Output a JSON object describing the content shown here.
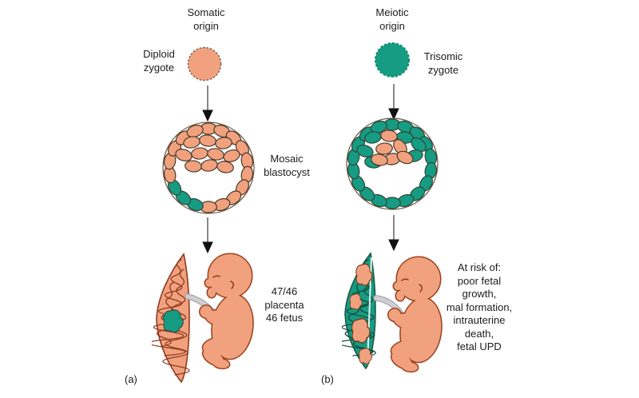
{
  "figure": {
    "panels": [
      {
        "panel_label": "(a)",
        "origin_label": "Somatic\norigin",
        "zygote_label": "Diploid\nzygote",
        "zygote_type": "diploid",
        "blastocyst_label": "Mosaic\nblastocyst",
        "outcome_text": "47/46\nplacenta\n46 fetus"
      },
      {
        "panel_label": "(b)",
        "origin_label": "Meiotic\norigin",
        "zygote_label": "Trisomic\nzygote",
        "zygote_type": "trisomic",
        "outcome_text": "At risk of:\npoor fetal\ngrowth,\nmal formation,\nintrauterine\ndeath,\nfetal UPD"
      }
    ],
    "icons": {
      "flow_arrow": "arrow-down-icon"
    },
    "colors": {
      "diploid_cell": "#f2a17e",
      "trisomic_cell": "#169c82",
      "fetus_skin": "#f2a17e",
      "fetus_outline": "#9a431f",
      "placenta_outline_a": "#8e3b20",
      "placenta_outline_b": "#1f5b46",
      "umbilical_cord": "#c9c9cd",
      "arrow": "#111111",
      "text": "#1c1c1c",
      "background": "#ffffff"
    }
  }
}
